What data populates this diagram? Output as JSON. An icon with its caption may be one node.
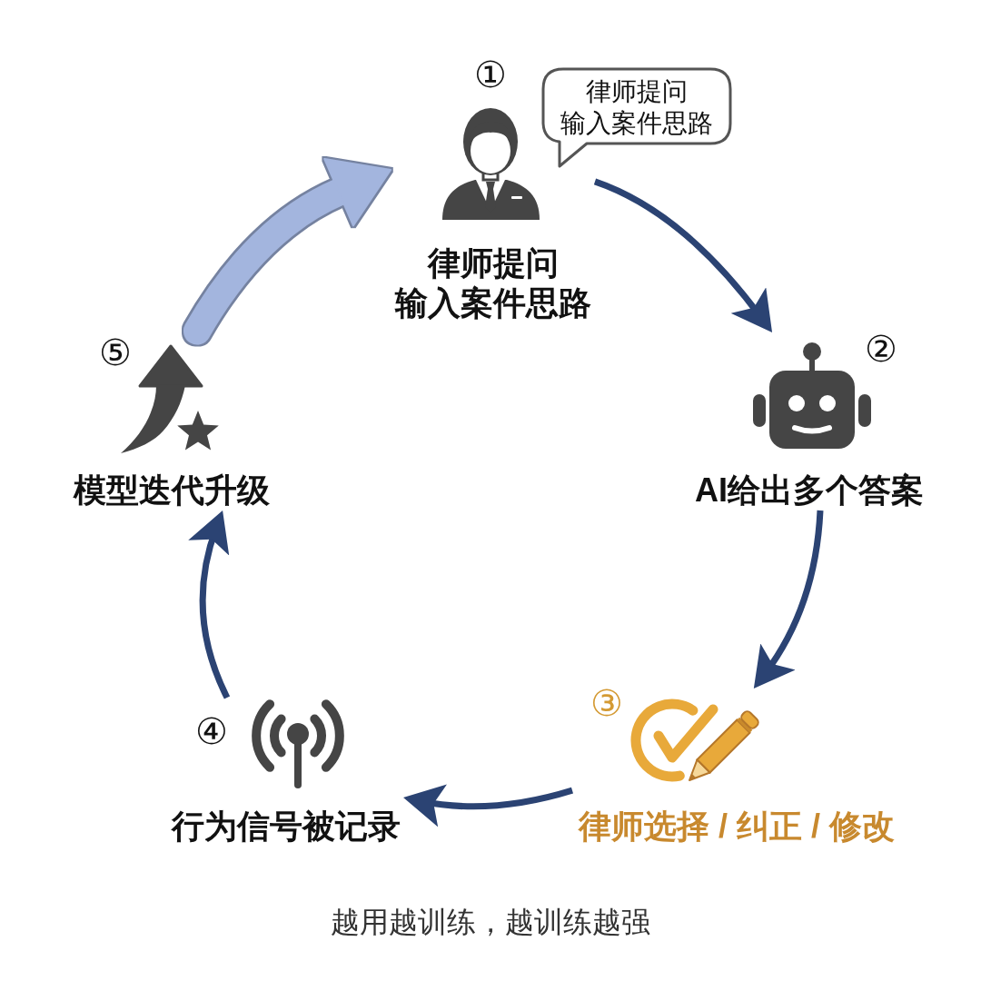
{
  "diagram": {
    "caption": "越用越训练，越训练越强",
    "nodes": [
      {
        "text": [
          "①",
          "律师提问",
          "输入案件思路"
        ]
      },
      {
        "text": [
          "律师提问",
          "输入案件思路"
        ]
      },
      {
        "text": [
          "②",
          "AI给出多个答案"
        ]
      },
      {
        "text": [
          "③",
          "律师选择 / 纠正 / 修改"
        ]
      },
      {
        "text": [
          "④",
          "行为信号被记录"
        ]
      },
      {
        "text": [
          "⑤",
          "模型迭代升级"
        ]
      }
    ],
    "edges": [
      {
        "from": 0,
        "to": 2,
        "arrow": "to"
      },
      {
        "from": 2,
        "to": 3,
        "arrow": "to"
      },
      {
        "from": 3,
        "to": 4,
        "arrow": "to"
      },
      {
        "from": 4,
        "to": 5,
        "arrow": "to"
      },
      {
        "from": 5,
        "to": 0,
        "arrow": "to",
        "style": "thick",
        "color": "#a3b5de"
      }
    ]
  }
}
